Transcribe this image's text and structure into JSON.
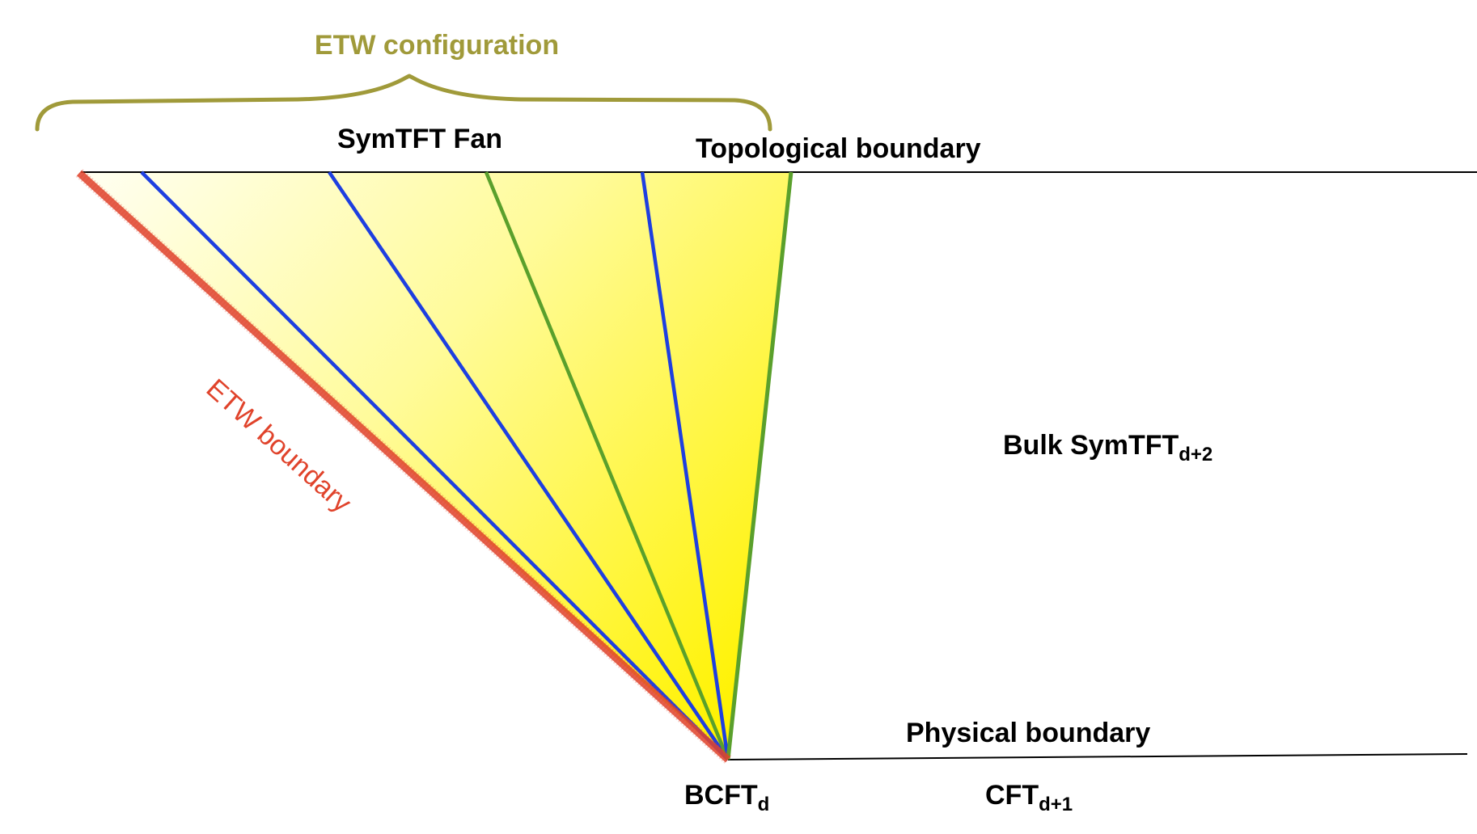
{
  "labels": {
    "etw_configuration": "ETW configuration",
    "symtft_fan": "SymTFT Fan",
    "topological_boundary": "Topological boundary",
    "etw_boundary": "ETW boundary",
    "bulk_main": "Bulk SymTFT",
    "bulk_sub": "d+2",
    "physical_boundary": "Physical boundary",
    "bcft_main": "BCFT",
    "bcft_sub": "d",
    "cft_main": "CFT",
    "cft_sub": "d+1"
  },
  "colors": {
    "etw_configuration": "#a09a3a",
    "etw_boundary": "#e0432b",
    "fan_line_blue": "#1e3fe0",
    "fan_line_green": "#5aa02c",
    "fan_fill_light": "#fffff0",
    "fan_fill_dark": "#fff500",
    "boundary_line": "#000000",
    "text": "#000000"
  }
}
